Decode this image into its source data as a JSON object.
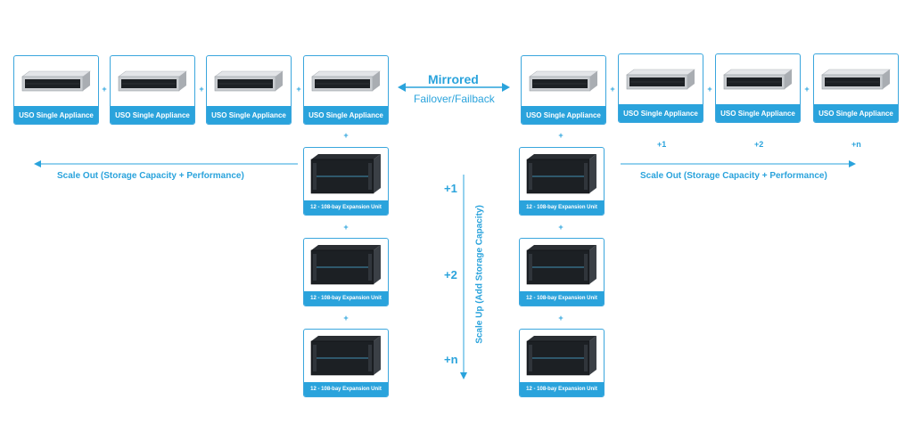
{
  "appliance_label": "USO Single Appliance",
  "expansion_label": "12 - 108-bay Expansion Unit",
  "plus": "+",
  "mirrored": "Mirrored",
  "failover": "Failover/Failback",
  "scale_out": "Scale Out (Storage Capacity + Performance)",
  "scale_up": "Scale Up (Add Storage Capacity)",
  "count_labels": [
    "+1",
    "+2",
    "+n"
  ],
  "colors": {
    "accent": "#2aa3dc",
    "device_dark": "#1c2024",
    "device_silver": "#c9ccd0"
  }
}
